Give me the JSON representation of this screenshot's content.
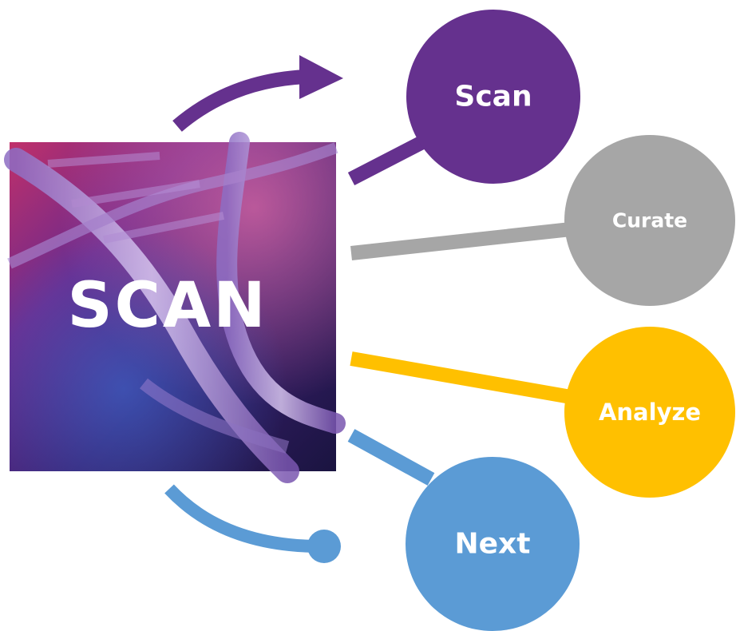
{
  "hero": {
    "label": "SCAN"
  },
  "nodes": [
    {
      "id": "scan",
      "label": "Scan",
      "color": "#65318E"
    },
    {
      "id": "curate",
      "label": "Curate",
      "color": "#A6A6A6"
    },
    {
      "id": "analyze",
      "label": "Analyze",
      "color": "#FFC000"
    },
    {
      "id": "next",
      "label": "Next",
      "color": "#5B9BD5"
    }
  ],
  "arrow_colors": {
    "top_arrow": "#65318E",
    "bottom_connector": "#5B9BD5"
  }
}
